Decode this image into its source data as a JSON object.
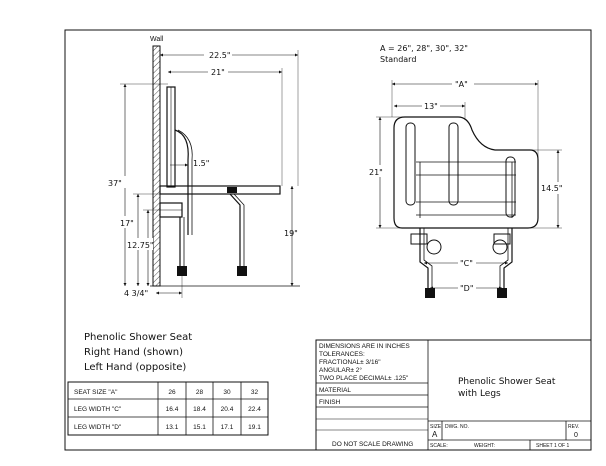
{
  "side_view": {
    "wall_label": "Wall",
    "dim_overall_width": "22.5\"",
    "dim_seat_depth": "21\"",
    "dim_leg_offset": "1.5\"",
    "dim_overall_height": "37\"",
    "dim_seat_height": "17\"",
    "dim_bracket_height": "12.75\"",
    "dim_seat_to_floor": "19\"",
    "dim_wall_offset": "4 3/4\""
  },
  "top_view": {
    "size_note": "A = 26\", 28\", 30\", 32\"",
    "size_note_2": "Standard",
    "dim_a": "\"A\"",
    "dim_back_width": "13\"",
    "dim_depth": "21\"",
    "dim_front_depth": "14.5\"",
    "dim_c": "\"C\"",
    "dim_d": "\"D\""
  },
  "description": {
    "line1": "Phenolic Shower Seat",
    "line2": "Right Hand (shown)",
    "line3": "Left Hand (opposite)"
  },
  "size_table": {
    "header": [
      "SEAT SIZE \"A\"",
      "26",
      "28",
      "30",
      "32"
    ],
    "rows": [
      [
        "LEG WIDTH \"C\"",
        "16.4",
        "18.4",
        "20.4",
        "22.4"
      ],
      [
        "LEG WIDTH \"D\"",
        "13.1",
        "15.1",
        "17.1",
        "19.1"
      ]
    ]
  },
  "title_block": {
    "tolerances": [
      "DIMENSIONS ARE IN INCHES",
      "TOLERANCES:",
      "FRACTIONAL± 3/16\"",
      "ANGULAR± 2°",
      "TWO PLACE DECIMAL± .125\""
    ],
    "material_label": "MATERIAL",
    "finish_label": "FINISH",
    "do_not_scale": "DO NOT SCALE DRAWING",
    "title_line1": "Phenolic Shower Seat",
    "title_line2": "with Legs",
    "size_label": "SIZE",
    "size_value": "A",
    "dwg_no_label": "DWG. NO.",
    "rev_label": "REV.",
    "rev_value": "0",
    "scale_label": "SCALE:",
    "weight_label": "WEIGHT:",
    "sheet_label": "SHEET 1 OF 1"
  }
}
